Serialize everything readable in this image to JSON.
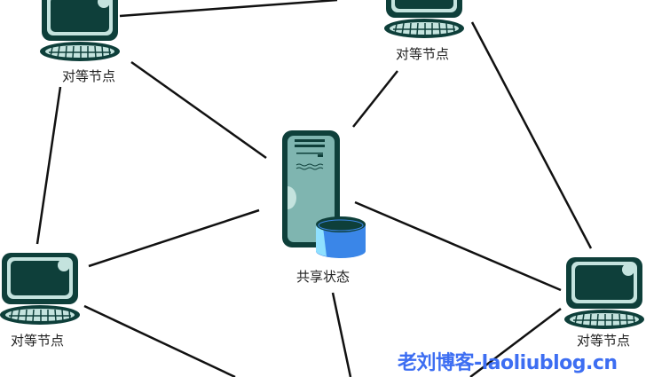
{
  "nodes": {
    "peer_top_left": "对等节点",
    "peer_top_right": "对等节点",
    "peer_left": "对等节点",
    "peer_right": "对等节点",
    "server": "共享状态"
  },
  "watermark": "老刘博客-laoliublog.cn",
  "colors": {
    "dark": "#0e3f3a",
    "light": "#c4e3de",
    "server_body": "#7fb5b0",
    "db_blue": "#3a86e8",
    "watermark": "#3d6ef2"
  }
}
